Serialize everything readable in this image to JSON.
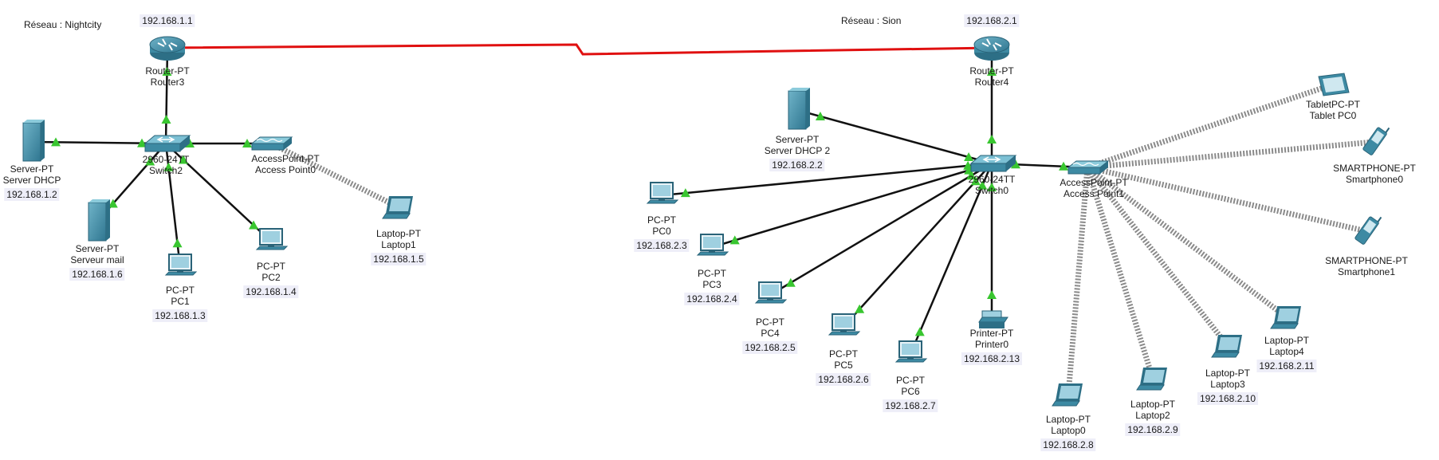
{
  "networks": [
    {
      "label": "Réseau : Nightcity"
    },
    {
      "label": "Réseau : Sion"
    }
  ],
  "colors": {
    "link": "#111111",
    "wan": "#e01010",
    "wireless": "#8a8a8a",
    "port": "#39c630",
    "device": "#3d8aa3"
  },
  "devices": [
    {
      "id": "router3",
      "icon": "router-icon",
      "type": "Router-PT",
      "name": "Router3",
      "ip": "192.168.1.1"
    },
    {
      "id": "switch2",
      "icon": "switch-icon",
      "type": "2960-24TT",
      "name": "Switch2"
    },
    {
      "id": "srvdhcp",
      "icon": "server-icon",
      "type": "Server-PT",
      "name": "Server DHCP",
      "ip": "192.168.1.2"
    },
    {
      "id": "srvmail",
      "icon": "server-icon",
      "type": "Server-PT",
      "name": "Serveur mail",
      "ip": "192.168.1.6"
    },
    {
      "id": "pc1",
      "icon": "pc-icon",
      "type": "PC-PT",
      "name": "PC1",
      "ip": "192.168.1.3"
    },
    {
      "id": "pc2",
      "icon": "pc-icon",
      "type": "PC-PT",
      "name": "PC2",
      "ip": "192.168.1.4"
    },
    {
      "id": "ap0",
      "icon": "access-point-icon",
      "type": "AccessPoint-PT",
      "name": "Access Point0"
    },
    {
      "id": "laptop1",
      "icon": "laptop-icon",
      "type": "Laptop-PT",
      "name": "Laptop1",
      "ip": "192.168.1.5"
    },
    {
      "id": "router4",
      "icon": "router-icon",
      "type": "Router-PT",
      "name": "Router4",
      "ip": "192.168.2.1"
    },
    {
      "id": "switch0",
      "icon": "switch-icon",
      "type": "2960-24TT",
      "name": "Switch0"
    },
    {
      "id": "srvdhcp2",
      "icon": "server-icon",
      "type": "Server-PT",
      "name": "Server DHCP 2",
      "ip": "192.168.2.2"
    },
    {
      "id": "pc0",
      "icon": "pc-icon",
      "type": "PC-PT",
      "name": "PC0",
      "ip": "192.168.2.3"
    },
    {
      "id": "pc3",
      "icon": "pc-icon",
      "type": "PC-PT",
      "name": "PC3",
      "ip": "192.168.2.4"
    },
    {
      "id": "pc4",
      "icon": "pc-icon",
      "type": "PC-PT",
      "name": "PC4",
      "ip": "192.168.2.5"
    },
    {
      "id": "pc5",
      "icon": "pc-icon",
      "type": "PC-PT",
      "name": "PC5",
      "ip": "192.168.2.6"
    },
    {
      "id": "pc6",
      "icon": "pc-icon",
      "type": "PC-PT",
      "name": "PC6",
      "ip": "192.168.2.7"
    },
    {
      "id": "printer0",
      "icon": "printer-icon",
      "type": "Printer-PT",
      "name": "Printer0",
      "ip": "192.168.2.13"
    },
    {
      "id": "ap1",
      "icon": "access-point-icon",
      "type": "AccessPoint-PT",
      "name": "Access Point1"
    },
    {
      "id": "laptop0",
      "icon": "laptop-icon",
      "type": "Laptop-PT",
      "name": "Laptop0",
      "ip": "192.168.2.8"
    },
    {
      "id": "laptop2",
      "icon": "laptop-icon",
      "type": "Laptop-PT",
      "name": "Laptop2",
      "ip": "192.168.2.9"
    },
    {
      "id": "laptop3",
      "icon": "laptop-icon",
      "type": "Laptop-PT",
      "name": "Laptop3",
      "ip": "192.168.2.10"
    },
    {
      "id": "laptop4",
      "icon": "laptop-icon",
      "type": "Laptop-PT",
      "name": "Laptop4",
      "ip": "192.168.2.11"
    },
    {
      "id": "tablet0",
      "icon": "tablet-icon",
      "type": "TabletPC-PT",
      "name": "Tablet PC0"
    },
    {
      "id": "smart0",
      "icon": "smartphone-icon",
      "type": "SMARTPHONE-PT",
      "name": "Smartphone0"
    },
    {
      "id": "smart1",
      "icon": "smartphone-icon",
      "type": "SMARTPHONE-PT",
      "name": "Smartphone1"
    }
  ],
  "links": [
    {
      "from": "router3",
      "to": "router4",
      "kind": "wan"
    },
    {
      "from": "router3",
      "to": "switch2",
      "kind": "wired"
    },
    {
      "from": "srvdhcp",
      "to": "switch2",
      "kind": "wired"
    },
    {
      "from": "srvmail",
      "to": "switch2",
      "kind": "wired"
    },
    {
      "from": "pc1",
      "to": "switch2",
      "kind": "wired"
    },
    {
      "from": "pc2",
      "to": "switch2",
      "kind": "wired"
    },
    {
      "from": "ap0",
      "to": "switch2",
      "kind": "wired"
    },
    {
      "from": "ap0",
      "to": "laptop1",
      "kind": "wireless"
    },
    {
      "from": "router4",
      "to": "switch0",
      "kind": "wired"
    },
    {
      "from": "srvdhcp2",
      "to": "switch0",
      "kind": "wired"
    },
    {
      "from": "pc0",
      "to": "switch0",
      "kind": "wired"
    },
    {
      "from": "pc3",
      "to": "switch0",
      "kind": "wired"
    },
    {
      "from": "pc4",
      "to": "switch0",
      "kind": "wired"
    },
    {
      "from": "pc5",
      "to": "switch0",
      "kind": "wired"
    },
    {
      "from": "pc6",
      "to": "switch0",
      "kind": "wired"
    },
    {
      "from": "printer0",
      "to": "switch0",
      "kind": "wired"
    },
    {
      "from": "ap1",
      "to": "switch0",
      "kind": "wired"
    },
    {
      "from": "ap1",
      "to": "laptop0",
      "kind": "wireless"
    },
    {
      "from": "ap1",
      "to": "laptop2",
      "kind": "wireless"
    },
    {
      "from": "ap1",
      "to": "laptop3",
      "kind": "wireless"
    },
    {
      "from": "ap1",
      "to": "laptop4",
      "kind": "wireless"
    },
    {
      "from": "ap1",
      "to": "tablet0",
      "kind": "wireless"
    },
    {
      "from": "ap1",
      "to": "smart0",
      "kind": "wireless"
    },
    {
      "from": "ap1",
      "to": "smart1",
      "kind": "wireless"
    }
  ]
}
